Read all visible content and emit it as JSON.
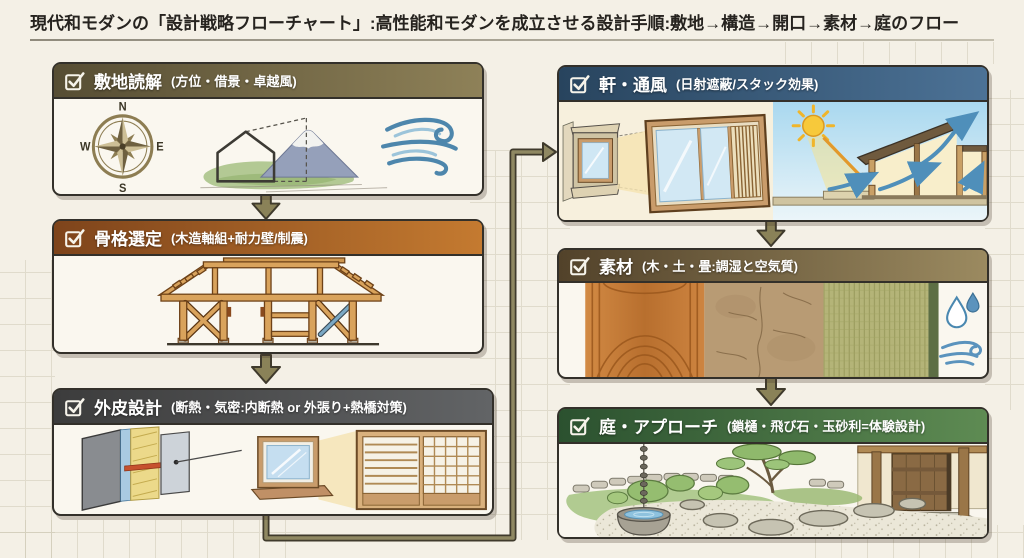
{
  "page": {
    "title": "現代和モダンの「設計戦略フローチャート」:高性能和モダンを成立させる設計手順:敷地→構造→開口→素材→庭のフロー"
  },
  "flow": {
    "steps": [
      {
        "id": "site",
        "title": "敷地読解",
        "subtitle": "(方位・借景・卓越風)",
        "colors": {
          "from": "#564d33",
          "to": "#8e8158"
        }
      },
      {
        "id": "structure",
        "title": "骨格選定",
        "subtitle": "(木造軸組+耐力壁/制震)",
        "colors": {
          "from": "#7e441b",
          "to": "#c47a30"
        }
      },
      {
        "id": "envelope",
        "title": "外皮設計",
        "subtitle": "(断熱・気密:内断熱 or 外張り+熱橋対策)",
        "colors": {
          "from": "#3c3c3c",
          "to": "#626466"
        }
      },
      {
        "id": "eaves",
        "title": "軒・通風",
        "subtitle": "(日射遮蔽/スタック効果)",
        "colors": {
          "from": "#28445e",
          "to": "#4c7296"
        }
      },
      {
        "id": "materials",
        "title": "素材",
        "subtitle": "(木・土・畳:調湿と空気質)",
        "colors": {
          "from": "#52422a",
          "to": "#9b8a60"
        }
      },
      {
        "id": "garden",
        "title": "庭・アプローチ",
        "subtitle": "(鎖樋・飛び石・玉砂利=体験設計)",
        "colors": {
          "from": "#2b512f",
          "to": "#5e8b53"
        }
      }
    ]
  },
  "compass": {
    "north": "N",
    "east": "E",
    "south": "S",
    "west": "W"
  },
  "accents": {
    "arrow_fill": "#8a8258",
    "arrow_outline": "#3f3a2c",
    "paper": "#f4f0e6"
  }
}
